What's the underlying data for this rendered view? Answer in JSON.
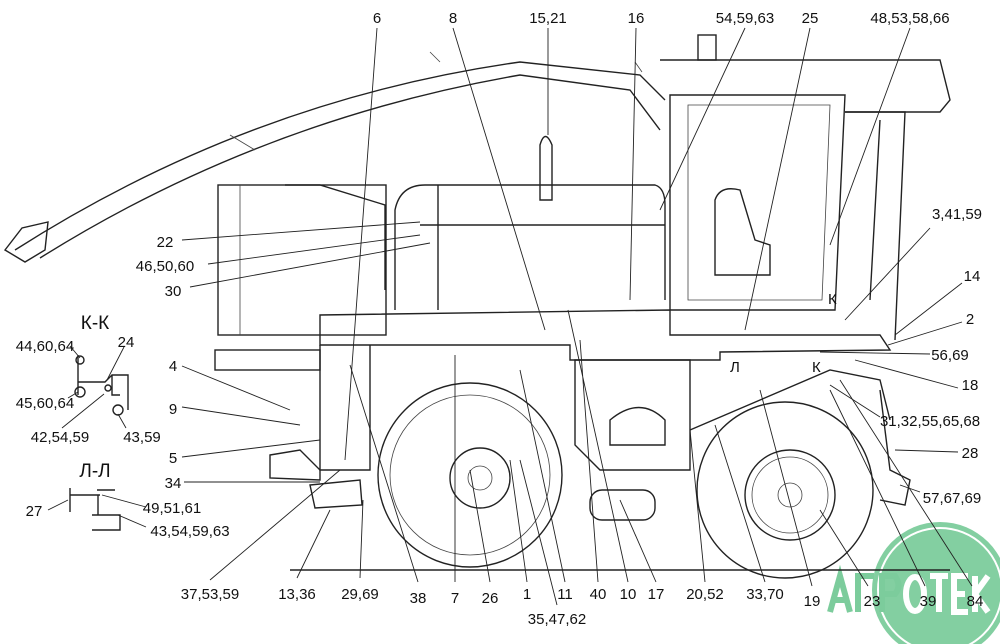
{
  "diagram": {
    "top_labels": [
      "6",
      "8",
      "15,21",
      "16",
      "54,59,63",
      "25",
      "48,53,58,66"
    ],
    "left_labels": [
      "22",
      "46,50,60",
      "30",
      "4",
      "9",
      "5",
      "34"
    ],
    "right_labels": [
      "3,41,59",
      "14",
      "2",
      "56,69",
      "18",
      "31,32,55,65,68",
      "28",
      "57,67,69"
    ],
    "bottom_labels": [
      "37,53,59",
      "13,36",
      "29,69",
      "38",
      "7",
      "26",
      "1",
      "11",
      "40",
      "10",
      "17",
      "20,52",
      "33,70",
      "19",
      "23",
      "39",
      "84",
      "35,47,62"
    ],
    "section_kk": {
      "title": "К-К",
      "labels": [
        "44,60,64",
        "24",
        "45,60,64",
        "42,54,59",
        "43,59"
      ]
    },
    "section_ll": {
      "title": "Л-Л",
      "labels": [
        "27",
        "49,51,61",
        "43,54,59,63"
      ]
    },
    "section_marks": [
      "К",
      "К",
      "Л"
    ]
  },
  "watermark": {
    "logo_text": "АГРОТЕКА",
    "color": "#7ccc9c"
  }
}
